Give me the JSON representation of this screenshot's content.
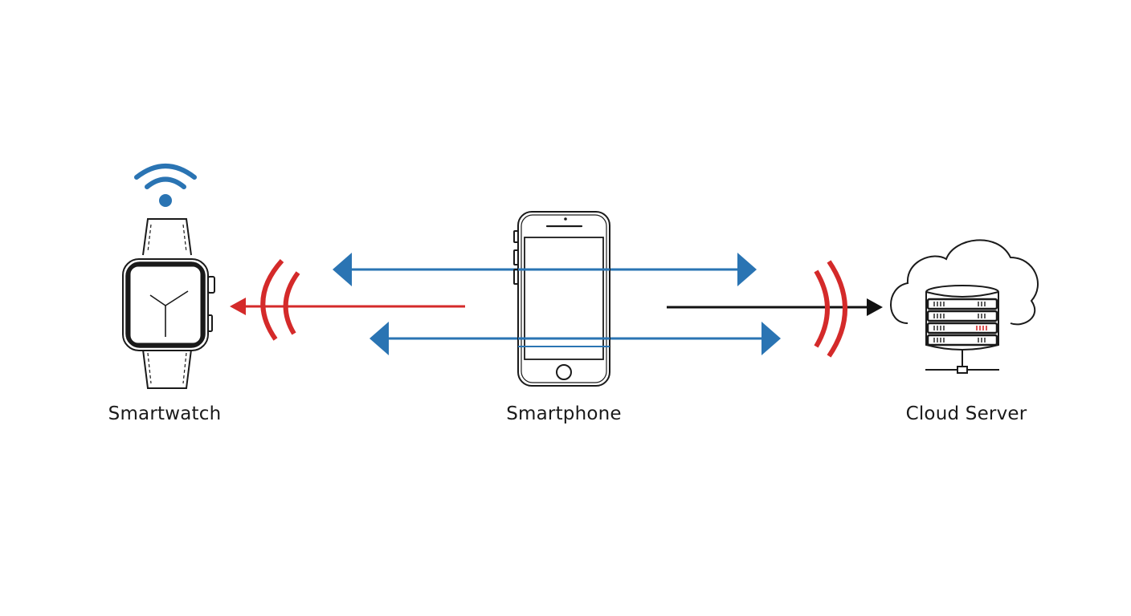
{
  "nodes": {
    "smartwatch": {
      "label": "Smartwatch",
      "icon": "smartwatch-icon"
    },
    "smartphone": {
      "label": "Smartphone",
      "icon": "smartphone-icon"
    },
    "cloud_server": {
      "label": "Cloud Server",
      "icon": "cloud-server-icon"
    }
  },
  "colors": {
    "blue": "#2a74b3",
    "red": "#d42a2a",
    "black": "#111111",
    "outline": "#1a1a1a"
  },
  "icons": {
    "wifi": "wifi-icon",
    "signal_waves_left": "signal-waves-icon",
    "signal_waves_right": "signal-waves-icon"
  }
}
